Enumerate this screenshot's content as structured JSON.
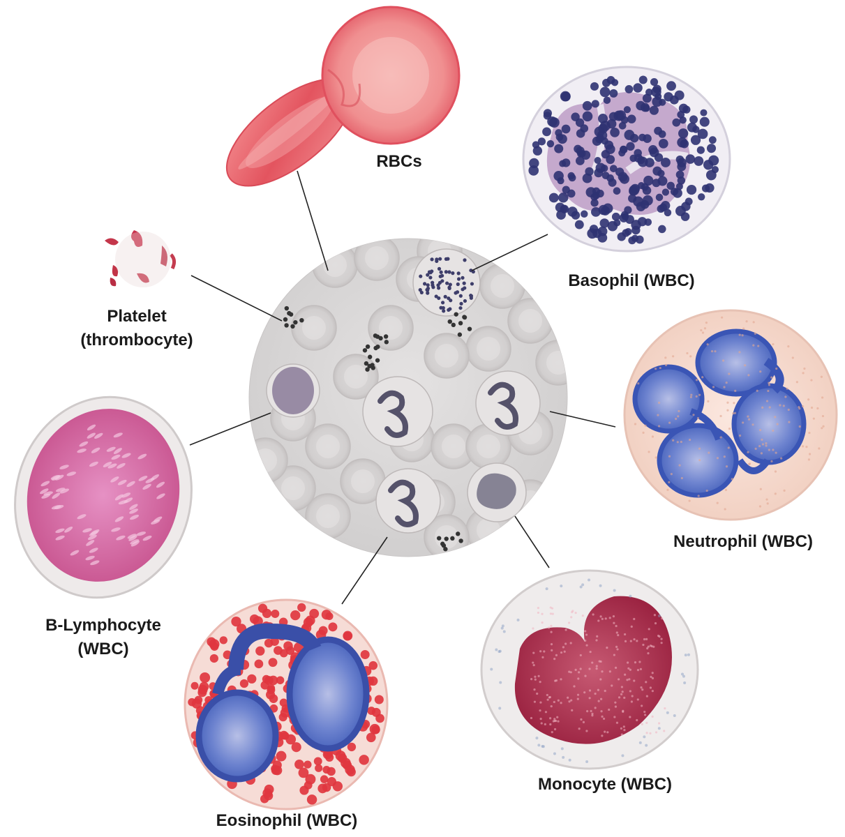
{
  "labels": {
    "rbc": "RBCs",
    "basophil": "Basophil (WBC)",
    "platelet_line1": "Platelet",
    "platelet_line2": "(thrombocyte)",
    "neutrophil": "Neutrophil (WBC)",
    "lymphocyte_line1": "B-Lymphocyte",
    "lymphocyte_line2": "(WBC)",
    "monocyte": "Monocyte (WBC)",
    "eosinophil": "Eosinophil (WBC)"
  },
  "colors": {
    "rbc": "#e8606a",
    "basophil_granule": "#2f3272",
    "neutrophil_nucleus": "#3f5fb8",
    "eosinophil_granule": "#e0363f",
    "lymphocyte_nucleus": "#d0629e",
    "monocyte_nucleus": "#a82a46",
    "smear_background": "#d8d6d6"
  }
}
